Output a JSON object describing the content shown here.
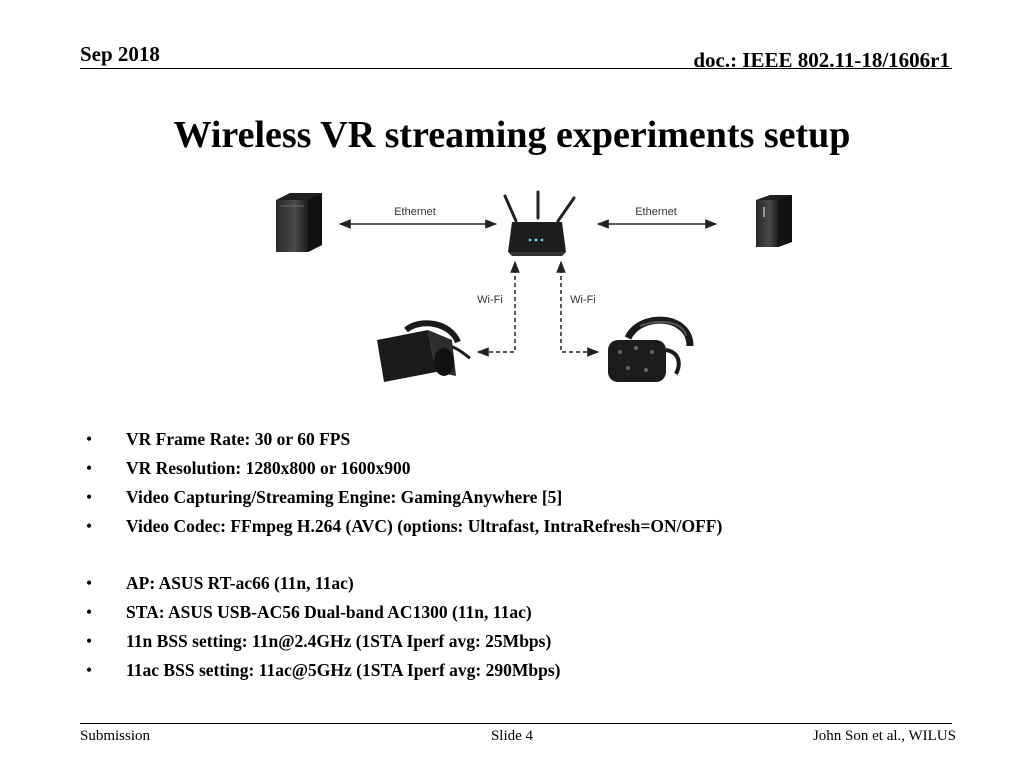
{
  "header": {
    "date": "Sep 2018",
    "doc": "doc.: IEEE 802.11-18/1606r1"
  },
  "title": "Wireless VR streaming experiments setup",
  "diagram": {
    "left_link_label": "Ethernet",
    "right_link_label": "Ethernet",
    "left_wifi_label": "Wi-Fi",
    "right_wifi_label": "Wi-Fi",
    "icons": [
      "pc-tower-icon",
      "router-icon",
      "pc-small-icon",
      "oculus-headset-icon",
      "vive-headset-icon"
    ]
  },
  "bullets_group1": [
    "VR Frame Rate: 30 or 60 FPS",
    "VR Resolution: 1280x800 or 1600x900",
    "Video Capturing/Streaming Engine: GamingAnywhere [5]",
    "Video Codec: FFmpeg H.264 (AVC) (options: Ultrafast, IntraRefresh=ON/OFF)"
  ],
  "bullets_group2": [
    "AP: ASUS RT-ac66 (11n, 11ac)",
    "STA: ASUS USB-AC56 Dual-band AC1300 (11n, 11ac)",
    "11n BSS setting: 11n@2.4GHz (1STA Iperf avg: 25Mbps)",
    "11ac BSS setting: 11ac@5GHz (1STA Iperf avg: 290Mbps)"
  ],
  "bullet_glyph": "•",
  "footer": {
    "left": "Submission",
    "center": "Slide 4",
    "right": "John Son et al., WILUS"
  }
}
